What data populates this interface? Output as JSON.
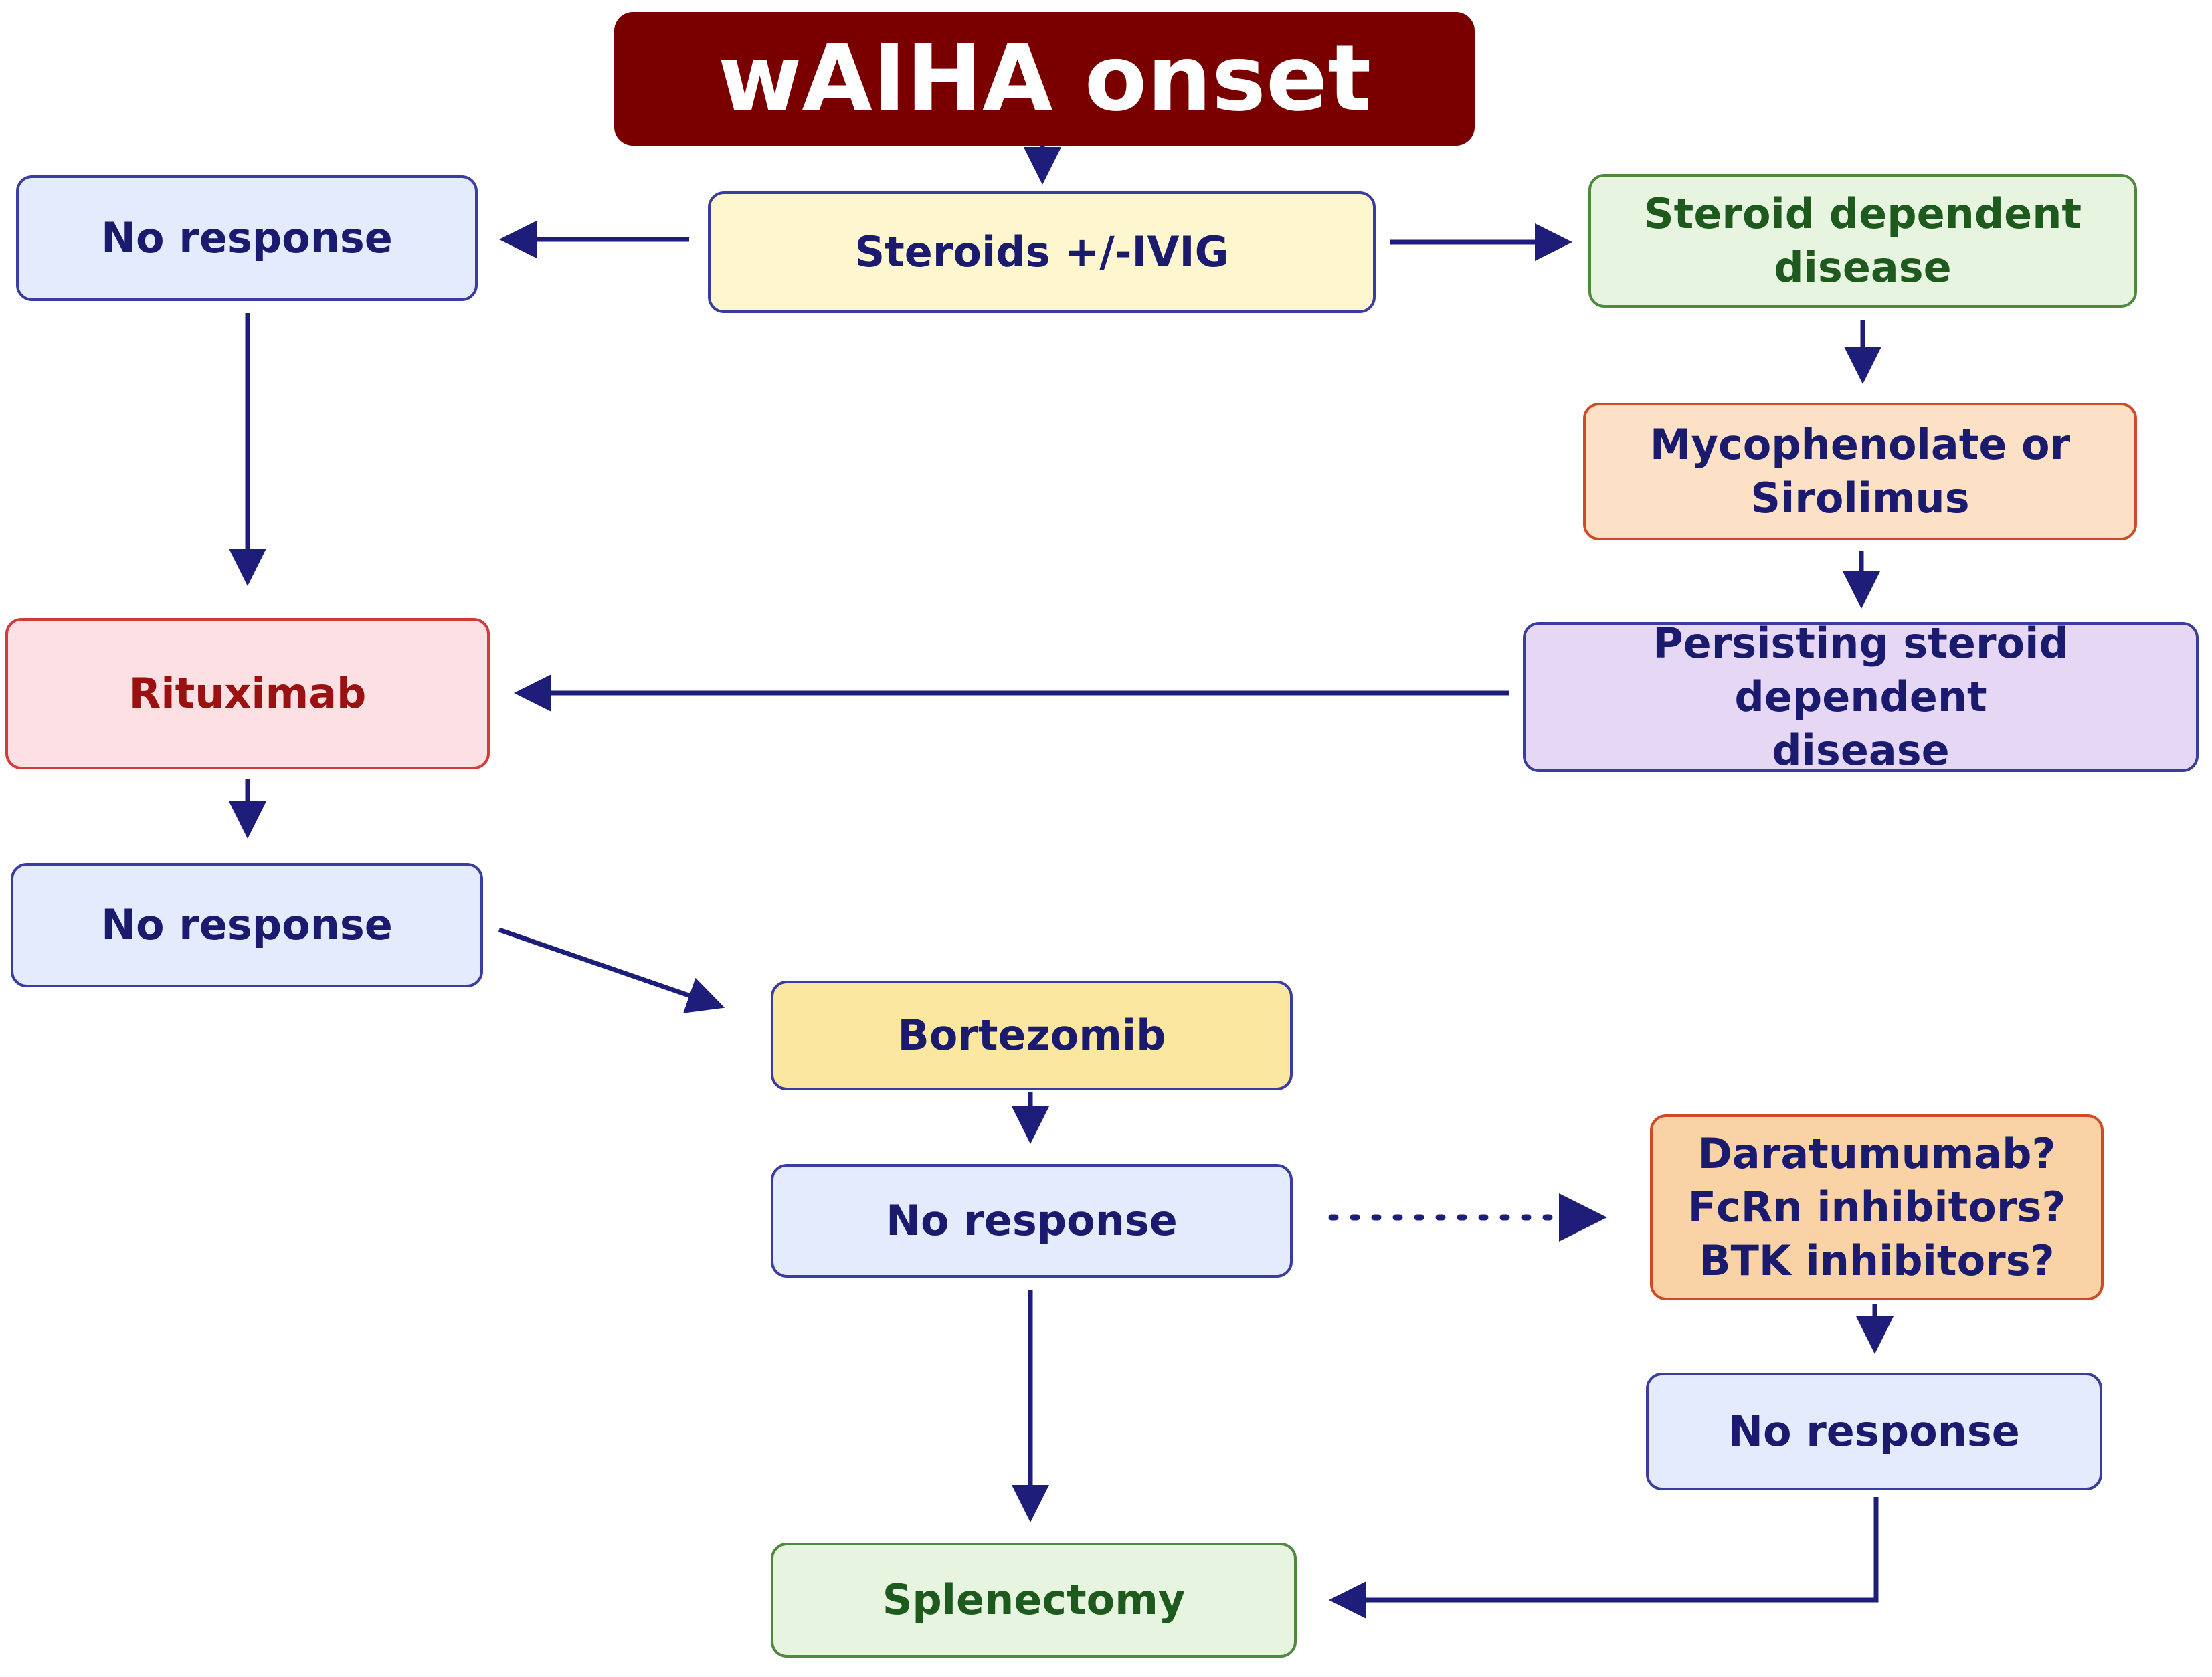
{
  "title": "wAIHA onset",
  "nodes": {
    "steroids": "Steroids +/-IVIG",
    "no_response_1": "No response",
    "steroid_dependent": [
      "Steroid dependent",
      "disease"
    ],
    "mycophenolate": [
      "Mycophenolate or",
      "Sirolimus"
    ],
    "persisting": [
      "Persisting steroid dependent",
      "disease"
    ],
    "rituximab": "Rituximab",
    "no_response_2": "No response",
    "bortezomib": "Bortezomib",
    "no_response_3": "No response",
    "novel_agents": [
      "Daratumumab?",
      "FcRn inhibitors?",
      "BTK inhibitors?"
    ],
    "no_response_4": "No response",
    "splenectomy": "Splenectomy"
  },
  "colors": {
    "arrow": "#1e1e7a",
    "title_bg": "#7a0000",
    "blue_box": "#e3ebfc",
    "green_box": "#e6f4e0",
    "pink_box": "#fde0e4",
    "purple_box": "#e6d8f5",
    "orange_box": "#fde1c6",
    "yellow_box": "#fdf6cf"
  },
  "edges": [
    {
      "from": "title",
      "to": "steroids",
      "style": "solid"
    },
    {
      "from": "steroids",
      "to": "no_response_1",
      "style": "solid"
    },
    {
      "from": "steroids",
      "to": "steroid_dependent",
      "style": "solid"
    },
    {
      "from": "no_response_1",
      "to": "rituximab",
      "style": "solid"
    },
    {
      "from": "steroid_dependent",
      "to": "mycophenolate",
      "style": "solid"
    },
    {
      "from": "mycophenolate",
      "to": "persisting",
      "style": "solid"
    },
    {
      "from": "persisting",
      "to": "rituximab",
      "style": "solid"
    },
    {
      "from": "rituximab",
      "to": "no_response_2",
      "style": "solid"
    },
    {
      "from": "no_response_2",
      "to": "bortezomib",
      "style": "solid"
    },
    {
      "from": "bortezomib",
      "to": "no_response_3",
      "style": "solid"
    },
    {
      "from": "no_response_3",
      "to": "novel_agents",
      "style": "dotted"
    },
    {
      "from": "no_response_3",
      "to": "splenectomy",
      "style": "solid"
    },
    {
      "from": "novel_agents",
      "to": "no_response_4",
      "style": "solid"
    },
    {
      "from": "no_response_4",
      "to": "splenectomy",
      "style": "solid"
    }
  ]
}
